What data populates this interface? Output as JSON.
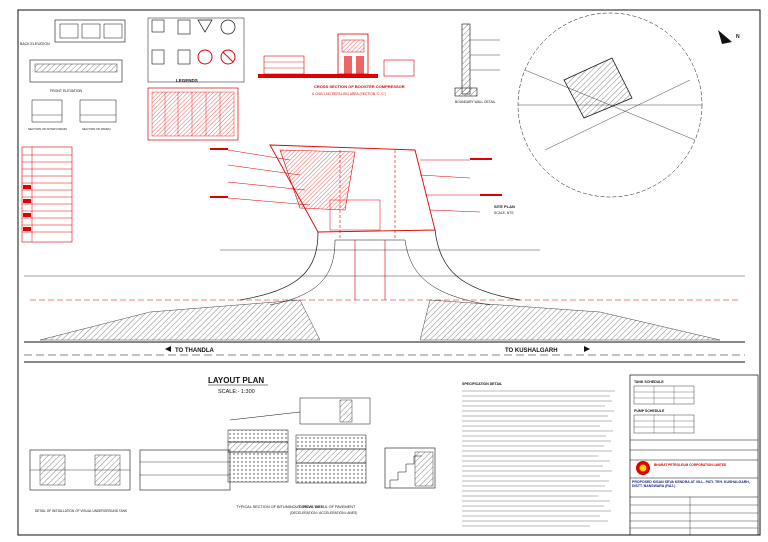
{
  "drawing": {
    "title": "LAYOUT PLAN",
    "scale": "SCALE:- 1:300",
    "road_left": "TO THANDLA",
    "road_right": "TO KUSHALGARH",
    "legends_title": "LEGENDS",
    "section_title": "CROSS SECTION OF BOOSTER COMPRESSOR",
    "section_subtitle": "& CNG/ LNG REFILLING AREA (SECTION 'C'-'C')",
    "site_plan": "SITE PLAN",
    "site_scale": "SCALE- NTS",
    "boundary_wall": "BOUNDARY WALL DETAIL",
    "front_elevation": "FRONT ELEVATION",
    "typical_section": "TYPICAL SECTION OF BITUMINOUS DRIVE WAY",
    "pavement_detail": "TYPICAL DETAIL OF PAVEMENT",
    "pavement_sub": "(DECELERATION / ACCELERATION LANES)",
    "culvert": "DETAIL OF INSTALLATION OF VISUAL UNDERGROUND TANK",
    "spec_title": "SPECIFICATION DETAIL",
    "company": "BHARAT PETROLEUM CORPORATION LIMITED",
    "project": "PROPOSED KISAN SEVA KENDRA AT VILL- PATI, TEH. KUSHALGARH, DISTT. BANSWARA (RAJ.)",
    "tank_schedule": "TANK SCHEDULE",
    "pump_schedule": "PUMP SCHEDULE",
    "north": "N"
  },
  "colors": {
    "red": "#e00000",
    "ink": "#111111",
    "blue": "#1a237e"
  }
}
